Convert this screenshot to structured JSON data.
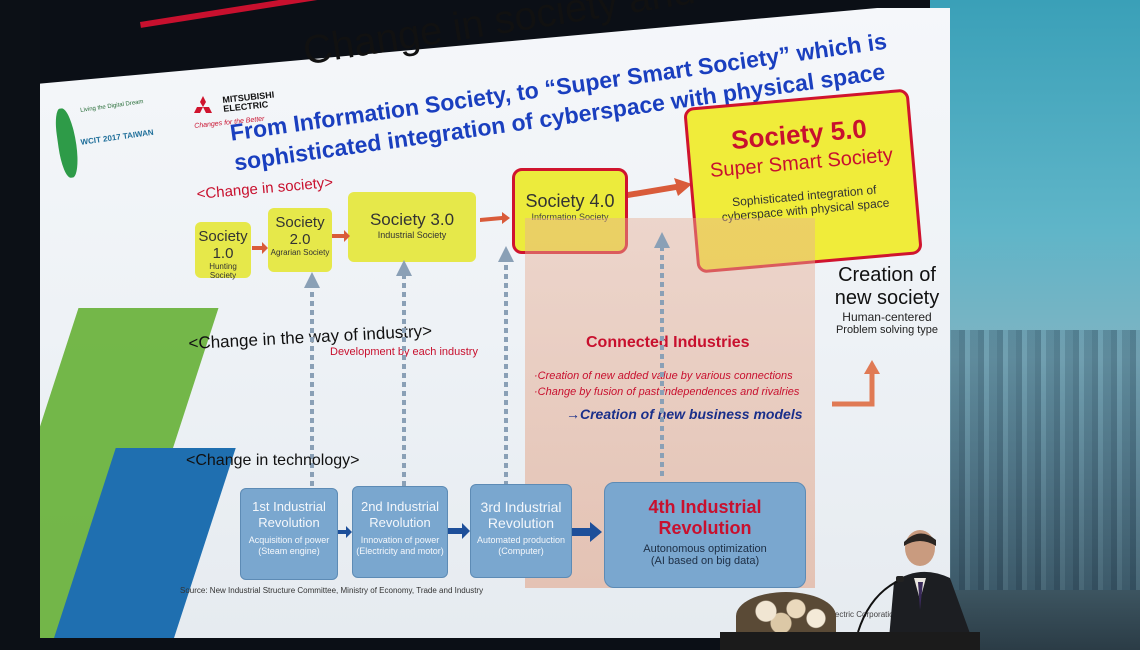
{
  "slide": {
    "title": "Change in society and technology",
    "subtitle_line1": "From Information Society, to “Super Smart Society” which is",
    "subtitle_line2": "sophisticated integration of cyberspace with physical space",
    "event": {
      "tagline": "Living the Digital Dream",
      "name": "WCIT 2017 TAIWAN"
    },
    "company": {
      "name_line1": "MITSUBISHI",
      "name_line2": "ELECTRIC",
      "tagline": "Changes for the Better",
      "footer": "Mitsubishi Electric Corporation"
    },
    "section_society": "<Change in society>",
    "section_industry": "<Change in the way of industry>",
    "industry_note": "Development by each industry",
    "section_technology": "<Change in technology>",
    "societies": [
      {
        "name": "Society",
        "num": "1.0",
        "desc": "Hunting Society"
      },
      {
        "name": "Society",
        "num": "2.0",
        "desc": "Agrarian Society"
      },
      {
        "name": "Society 3.0",
        "desc": "Industrial Society"
      },
      {
        "name": "Society 4.0",
        "desc": "Information Society"
      }
    ],
    "society5": {
      "title": "Society 5.0",
      "subtitle": "Super Smart Society",
      "desc_line1": "Sophisticated integration of",
      "desc_line2": "cyberspace with physical space"
    },
    "creation": {
      "title_line1": "Creation of",
      "title_line2": "new society",
      "line3": "Human-centered",
      "line4": "Problem solving type"
    },
    "connected": {
      "title": "Connected Industries",
      "bullet1": "·Creation of new added value by various connections",
      "bullet2": "·Change by fusion of past independences and rivalries",
      "result": "→Creation of new business models"
    },
    "revolutions": [
      {
        "line1": "1st Industrial",
        "line2": "Revolution",
        "desc1": "Acquisition of power",
        "desc2": "(Steam engine)"
      },
      {
        "line1": "2nd Industrial",
        "line2": "Revolution",
        "desc1": "Innovation of power",
        "desc2": "(Electricity and motor)"
      },
      {
        "line1": "3rd Industrial",
        "line2": "Revolution",
        "desc1": "Automated production",
        "desc2": "(Computer)"
      },
      {
        "line1": "4th Industrial",
        "line2": "Revolution",
        "desc1": "Autonomous optimization",
        "desc2": "(AI based on big data)"
      }
    ],
    "source": "Source: New Industrial Structure Committee, Ministry of Economy, Trade and Industry"
  },
  "colors": {
    "accent_red": "#c8102e",
    "title_blue": "#1a3fbf",
    "society_yellow": "#e6e84a",
    "tech_blue": "#7aa7cf",
    "brand_green": "#6db33f"
  }
}
